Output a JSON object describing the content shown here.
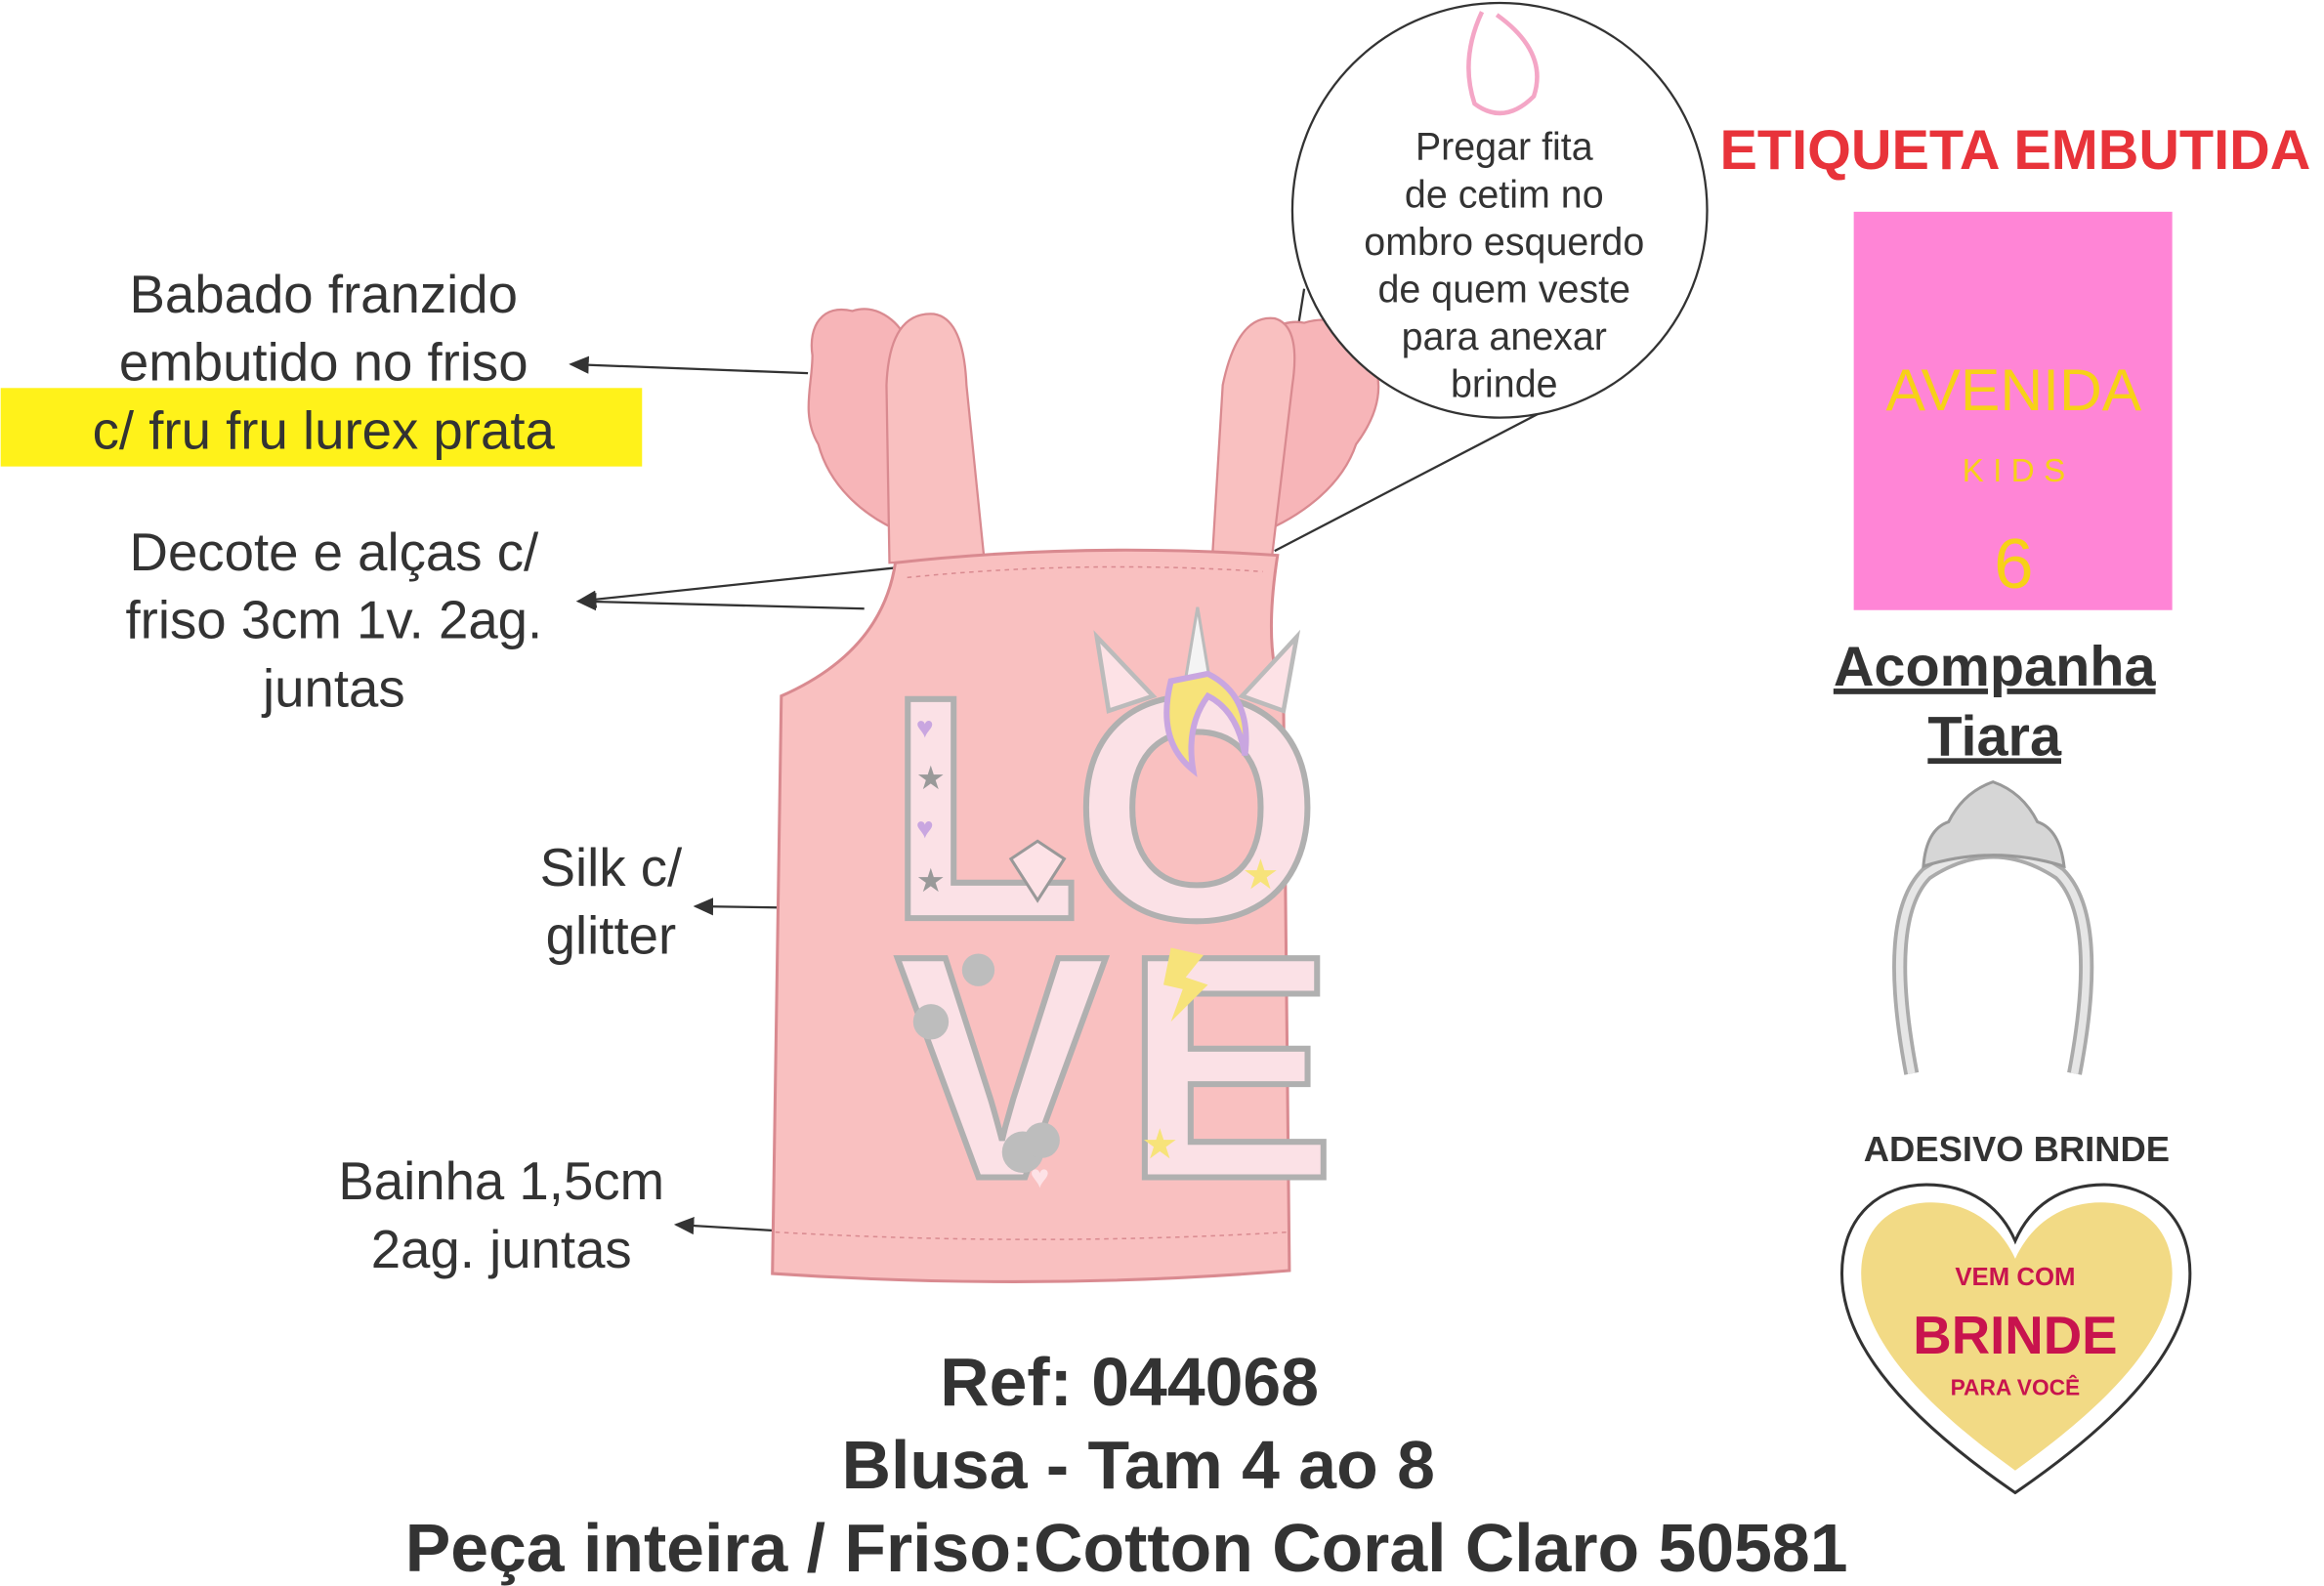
{
  "callouts": {
    "babado": [
      "Babado franzido",
      "embutido no friso",
      "c/ fru fru lurex prata"
    ],
    "decote": [
      "Decote e alças c/",
      "friso 3cm 1v. 2ag.",
      "juntas"
    ],
    "silk": [
      "Silk c/",
      "glitter"
    ],
    "bainha": [
      "Bainha 1,5cm",
      "2ag. juntas"
    ],
    "fita": [
      "Pregar fita",
      "de cetim no",
      "ombro esquerdo",
      "de quem veste",
      "para anexar",
      "brinde"
    ]
  },
  "label": {
    "title": "ETIQUETA EMBUTIDA",
    "brand": "AVENIDA",
    "sub": "K I D S",
    "size": "6",
    "colors": {
      "bg": "#ff85d6",
      "text": "#f7d117",
      "title": "#e8333a"
    }
  },
  "accessory": {
    "line1": "Acompanha",
    "line2": "Tiara"
  },
  "sticker": {
    "title": "ADESIVO BRINDE",
    "line1": "VEM COM",
    "line2": "BRINDE",
    "line3": "PARA VOCÊ"
  },
  "print": {
    "word": "LOVE"
  },
  "footer": {
    "ref": "Ref: 044068",
    "product": "Blusa - Tam 4 ao 8",
    "fabric": "Peça inteira / Friso:Cotton Coral Claro 50581"
  }
}
